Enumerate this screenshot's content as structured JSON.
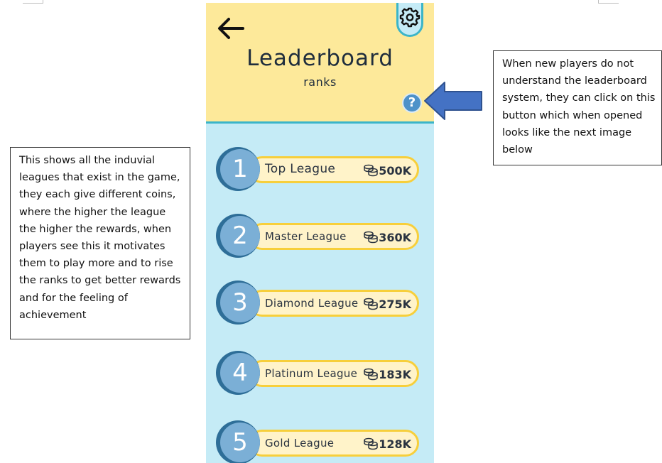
{
  "screen": {
    "title": "Leaderboard",
    "subtitle": "ranks",
    "help_label": "?"
  },
  "leagues": [
    {
      "rank": "1",
      "name": "Top League",
      "reward": "500K"
    },
    {
      "rank": "2",
      "name": "Master League",
      "reward": "360K"
    },
    {
      "rank": "3",
      "name": "Diamond League",
      "reward": "275K"
    },
    {
      "rank": "4",
      "name": "Platinum League",
      "reward": "183K"
    },
    {
      "rank": "5",
      "name": "Gold League",
      "reward": "128K"
    }
  ],
  "annotations": {
    "left": "This shows all the induvial leagues that exist in the game, they each give different coins, where the higher the league the higher the rewards, when players see this it motivates them to play more and to rise the ranks to get better rewards and for the feeling of achievement",
    "right": "When new players do not understand the leaderboard system, they can click on this button which when opened looks like the next image below"
  },
  "colors": {
    "header_background": "#fde99a",
    "body_background": "#c5ebf6",
    "divider": "#3bb5c9",
    "pill_fill": "#fff3c9",
    "pill_border": "#f7cf3b",
    "rank_circle": "#7bafd6",
    "rank_circle_shadow": "#2e6e98",
    "pointer_arrow": "#4472c4"
  },
  "icons": {
    "back": "back-arrow-icon",
    "settings": "gear-icon",
    "help": "question-mark-icon",
    "coins": "coin-stack-icon",
    "pointer": "left-pointing-block-arrow"
  }
}
